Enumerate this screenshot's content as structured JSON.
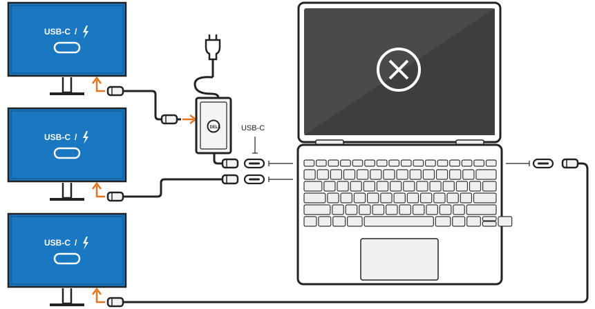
{
  "monitors": [
    {
      "label": "USB-C",
      "separator": "/"
    },
    {
      "label": "USB-C",
      "separator": "/"
    },
    {
      "label": "USB-C",
      "separator": "/"
    }
  ],
  "port_label": "USB-C",
  "laptop": {
    "screen_status_icon": "x-circle-icon"
  },
  "adapter": {
    "logo": "dell-logo"
  },
  "icons": [
    "usb-c-port-icon",
    "thunderbolt-icon",
    "power-plug-icon",
    "usb-c-connector-icon"
  ],
  "colors": {
    "monitor_blue": "#1a78c2",
    "arrow_orange": "#e8731e",
    "laptop_screen": "#4a4a4a",
    "outline": "#222222",
    "connector_fill": "#f2f2f2"
  }
}
